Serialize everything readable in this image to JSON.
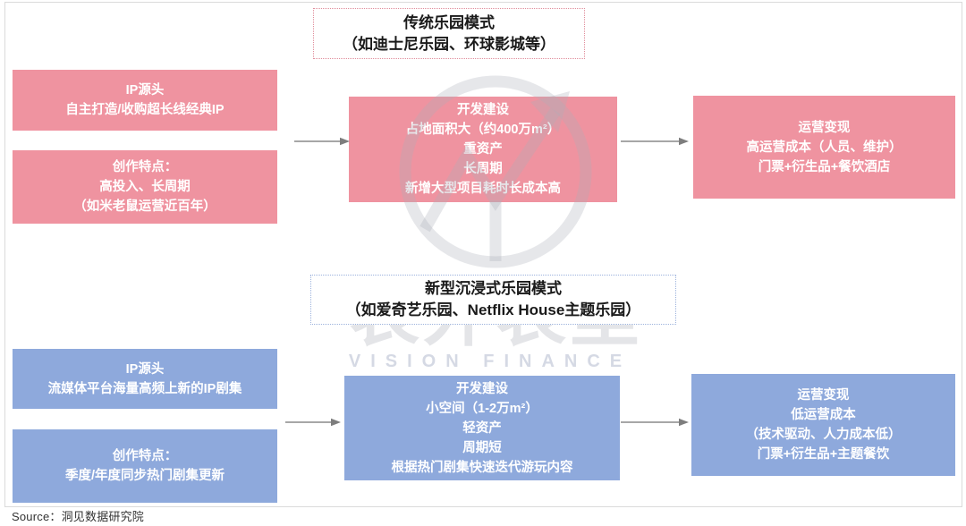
{
  "titles": {
    "traditional": {
      "line1": "传统乐园模式",
      "line2": "（如迪士尼乐园、环球影城等）"
    },
    "immersive": {
      "line1": "新型沉浸式乐园模式",
      "line2": "（如爱奇艺乐园、Netflix House主题乐园）"
    }
  },
  "traditional": {
    "ip_source": {
      "lines": [
        "IP源头",
        "自主打造/收购超长线经典IP"
      ]
    },
    "creation": {
      "lines": [
        "创作特点：",
        "高投入、长周期",
        "（如米老鼠运营近百年）"
      ]
    },
    "development": {
      "lines": [
        "开发建设",
        "占地面积大（约400万m²）",
        "重资产",
        "长周期",
        "新增大型项目耗时长成本高"
      ]
    },
    "operation": {
      "lines": [
        "运营变现",
        "高运营成本（人员、维护）",
        "门票+衍生品+餐饮酒店"
      ]
    }
  },
  "immersive": {
    "ip_source": {
      "lines": [
        "IP源头",
        "流媒体平台海量高频上新的IP剧集"
      ]
    },
    "creation": {
      "lines": [
        "创作特点：",
        "季度/年度同步热门剧集更新"
      ]
    },
    "development": {
      "lines": [
        "开发建设",
        "小空间（1-2万m²）",
        "轻资产",
        "周期短",
        "根据热门剧集快速迭代游玩内容"
      ]
    },
    "operation": {
      "lines": [
        "运营变现",
        "低运营成本",
        "（技术驱动、人力成本低）",
        "门票+衍生品+主题餐饮"
      ]
    }
  },
  "watermark": {
    "brand_cn": "表外表里",
    "brand_en": "VISION FINANCE"
  },
  "source_label": "Source：洞见数据研究院",
  "colors": {
    "traditional_box": "#EF93A0",
    "immersive_box": "#8EA9DC",
    "traditional_title_border": "#E08D9B",
    "immersive_title_border": "#9DB3DD",
    "arrow": "#8A8A8A",
    "frame_border": "#DADADA"
  }
}
